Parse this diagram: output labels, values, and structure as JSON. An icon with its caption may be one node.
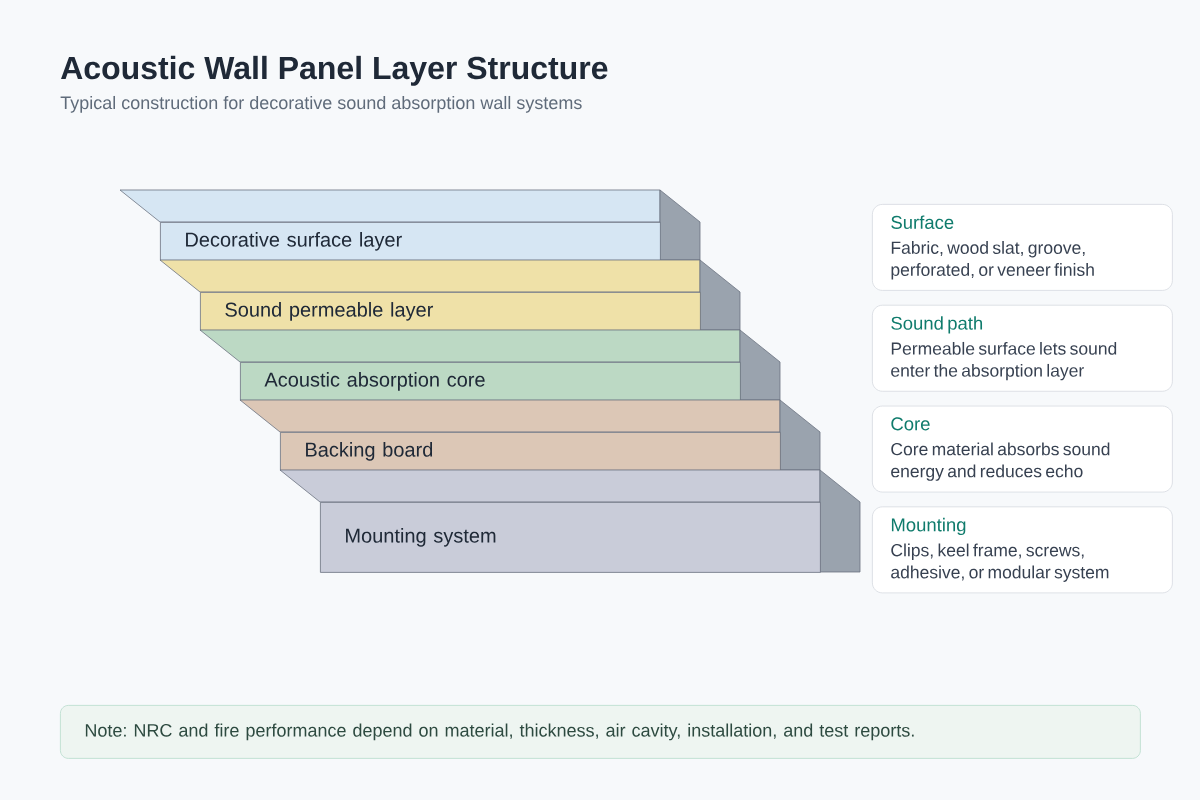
{
  "diagram": {
    "title": "Acoustic Wall Panel Layer Structure",
    "nodes": [
      {
        "text": [
          "Decorative surface layer"
        ]
      },
      {
        "text": [
          "Sound permeable layer"
        ]
      },
      {
        "text": [
          "Acoustic absorption core"
        ]
      },
      {
        "text": [
          "Backing board"
        ]
      },
      {
        "text": [
          "Mounting system"
        ]
      },
      {
        "text": [
          "Surface",
          "Fabric, wood slat, groove, perforated, or veneer finish"
        ]
      },
      {
        "text": [
          "Sound path",
          "Permeable surface lets sound enter the absorption layer"
        ]
      },
      {
        "text": [
          "Core",
          "Core material absorbs sound energy and reduces echo"
        ]
      },
      {
        "text": [
          "Mounting",
          "Clips, keel frame, screws, adhesive, or modular system"
        ]
      },
      {
        "text": [
          "Note: NRC and fire performance depend on material, thickness, air cavity, installation, and test reports."
        ]
      }
    ],
    "labels": [
      "Typical construction for decorative sound absorption wall systems"
    ]
  }
}
